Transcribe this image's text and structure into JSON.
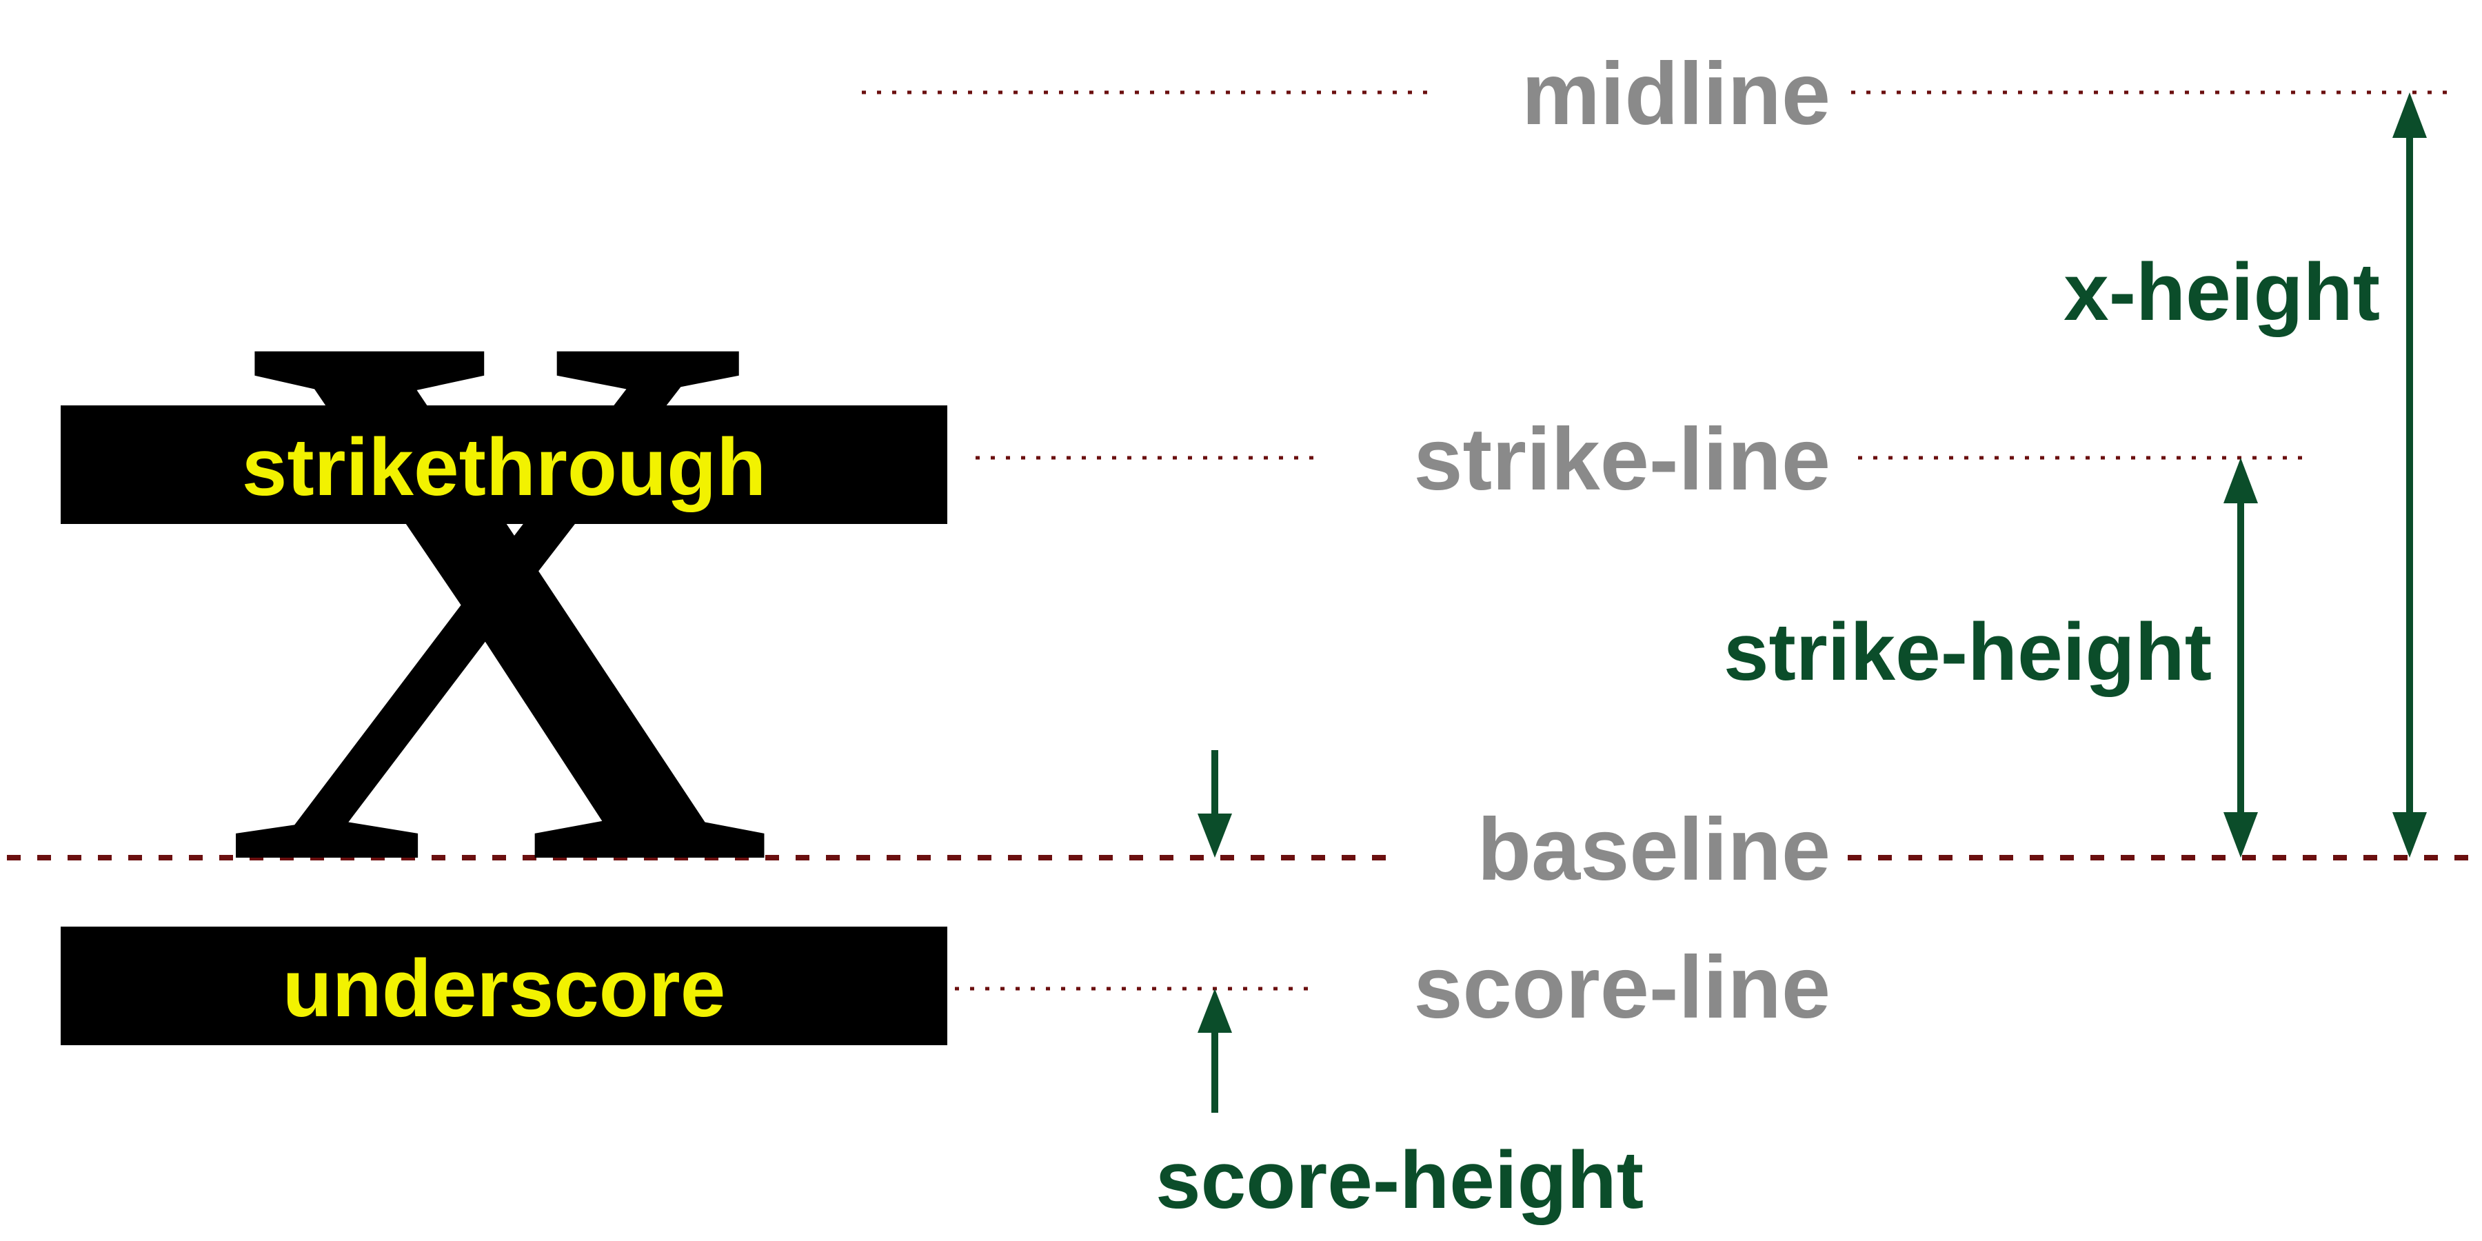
{
  "glyph": {
    "character": "x"
  },
  "boxes": {
    "strikethrough": "strikethrough",
    "underscore": "underscore"
  },
  "lines": {
    "midline": "midline",
    "strike_line": "strike-line",
    "baseline": "baseline",
    "score_line": "score-line"
  },
  "dimensions": {
    "x_height": "x-height",
    "strike_height": "strike-height",
    "score_height": "score-height"
  },
  "colors": {
    "glyph_fill": "#000000",
    "box_label": "#f2f200",
    "line_label": "#8a8a8a",
    "dimension": "#0b4d2a",
    "guide_line": "#6b0f0f"
  }
}
